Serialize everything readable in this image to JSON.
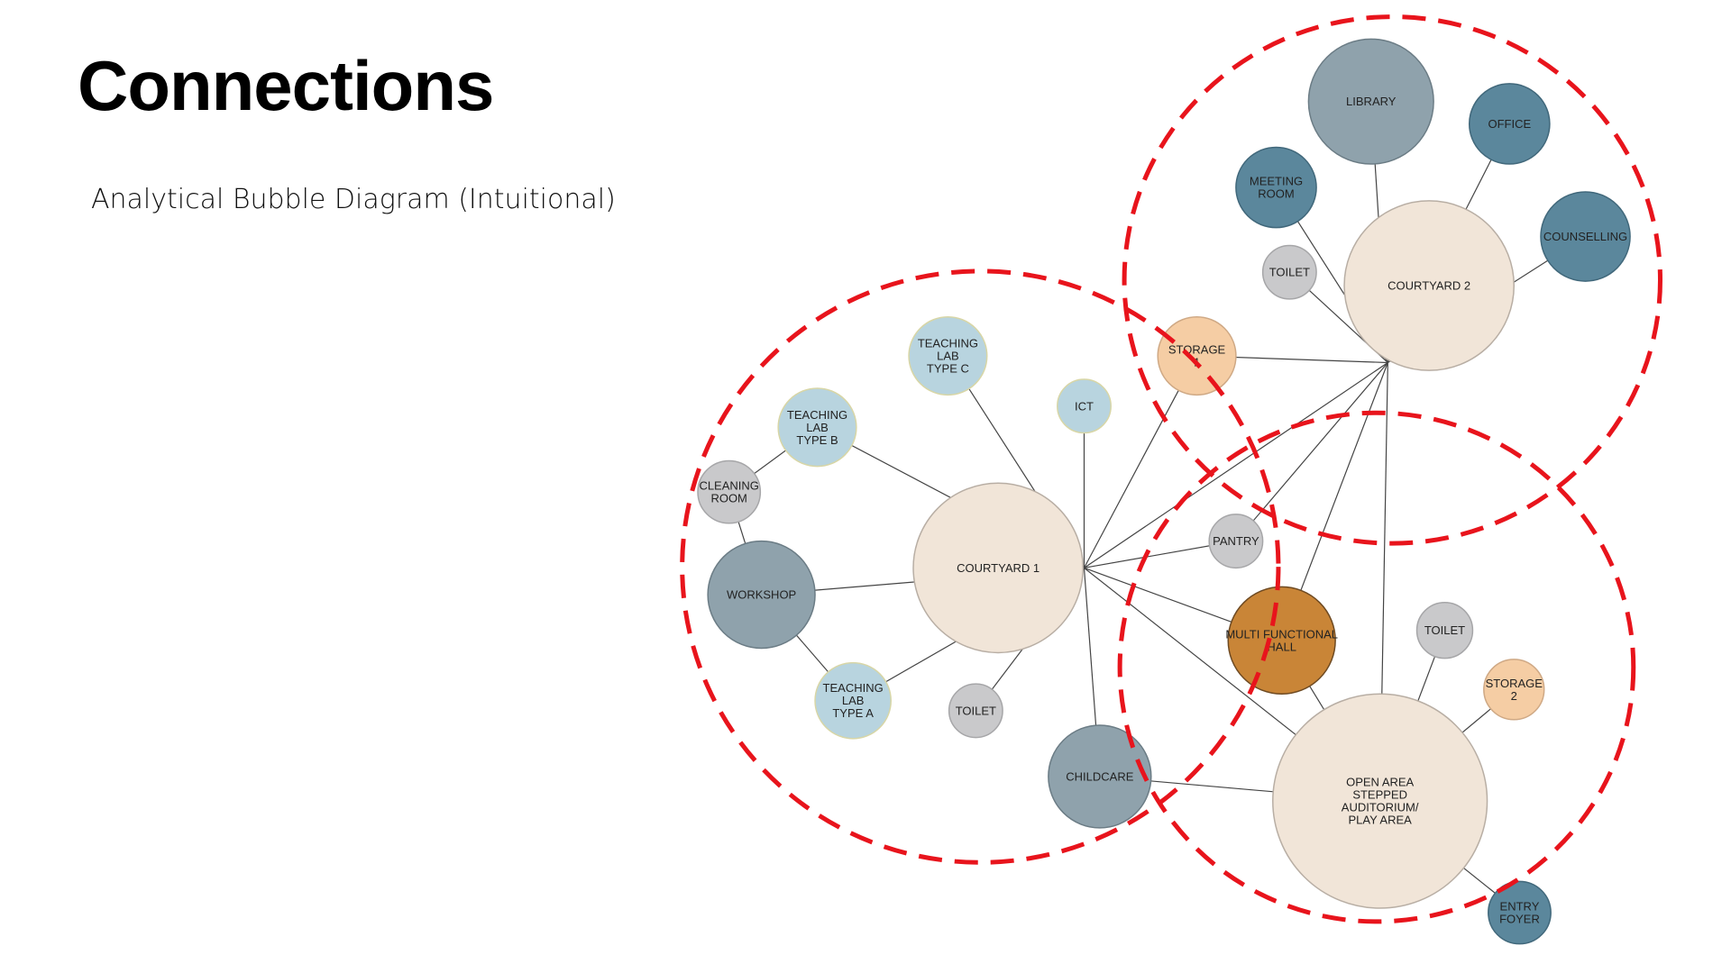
{
  "page": {
    "title": "Connections",
    "subtitle": "Analytical Bubble Diagram (Intuitional)"
  },
  "diagram": {
    "nodes": [
      {
        "id": "courtyard1",
        "lines": [
          "COURTYARD 1"
        ],
        "fill": "#f1e5d8"
      },
      {
        "id": "courtyard2",
        "lines": [
          "COURTYARD 2"
        ],
        "fill": "#f1e5d8"
      },
      {
        "id": "open-area",
        "lines": [
          "OPEN AREA",
          "STEPPED",
          "AUDITORIUM/",
          "PLAY AREA"
        ],
        "fill": "#f1e5d8"
      },
      {
        "id": "library",
        "lines": [
          "LIBRARY"
        ],
        "fill": "#8fa2ac"
      },
      {
        "id": "office",
        "lines": [
          "OFFICE"
        ],
        "fill": "#5b879c"
      },
      {
        "id": "meeting-room",
        "lines": [
          "MEETING",
          "ROOM"
        ],
        "fill": "#5b879c"
      },
      {
        "id": "counselling",
        "lines": [
          "COUNSELLING"
        ],
        "fill": "#5b879c"
      },
      {
        "id": "toilet-2",
        "lines": [
          "TOILET"
        ],
        "fill": "#c9c9cb"
      },
      {
        "id": "storage-1",
        "lines": [
          "STORAGE",
          "1"
        ],
        "fill": "#f5cda4"
      },
      {
        "id": "teaching-lab-c",
        "lines": [
          "TEACHING",
          "LAB",
          "TYPE C"
        ],
        "fill": "#b8d4df"
      },
      {
        "id": "ict",
        "lines": [
          "ICT"
        ],
        "fill": "#b8d4df"
      },
      {
        "id": "teaching-lab-b",
        "lines": [
          "TEACHING",
          "LAB",
          "TYPE B"
        ],
        "fill": "#b8d4df"
      },
      {
        "id": "cleaning-room",
        "lines": [
          "CLEANING",
          "ROOM"
        ],
        "fill": "#c9c9cb"
      },
      {
        "id": "workshop",
        "lines": [
          "WORKSHOP"
        ],
        "fill": "#8fa2ac"
      },
      {
        "id": "teaching-lab-a",
        "lines": [
          "TEACHING",
          "LAB",
          "TYPE A"
        ],
        "fill": "#b8d4df"
      },
      {
        "id": "toilet-1",
        "lines": [
          "TOILET"
        ],
        "fill": "#c9c9cb"
      },
      {
        "id": "childcare",
        "lines": [
          "CHILDCARE"
        ],
        "fill": "#8fa2ac"
      },
      {
        "id": "pantry",
        "lines": [
          "PANTRY"
        ],
        "fill": "#c9c9cb"
      },
      {
        "id": "multi-functional-hall",
        "lines": [
          "MULTI FUNCTIONAL",
          "HALL"
        ],
        "fill": "#c98537"
      },
      {
        "id": "toilet-3",
        "lines": [
          "TOILET"
        ],
        "fill": "#c9c9cb"
      },
      {
        "id": "storage-2",
        "lines": [
          "STORAGE",
          "2"
        ],
        "fill": "#f5cda4"
      },
      {
        "id": "entry-foyer",
        "lines": [
          "ENTRY",
          "FOYER"
        ],
        "fill": "#5b879c"
      }
    ],
    "edges": [
      [
        "courtyard1",
        "teaching-lab-c"
      ],
      [
        "courtyard1",
        "ict"
      ],
      [
        "courtyard1",
        "teaching-lab-b"
      ],
      [
        "courtyard1",
        "workshop"
      ],
      [
        "courtyard1",
        "teaching-lab-a"
      ],
      [
        "courtyard1",
        "toilet-1"
      ],
      [
        "courtyard1",
        "childcare"
      ],
      [
        "courtyard1",
        "storage-1"
      ],
      [
        "courtyard1",
        "pantry"
      ],
      [
        "courtyard1",
        "multi-functional-hall"
      ],
      [
        "courtyard1",
        "open-area"
      ],
      [
        "courtyard1",
        "courtyard2"
      ],
      [
        "cleaning-room",
        "teaching-lab-b"
      ],
      [
        "cleaning-room",
        "workshop"
      ],
      [
        "workshop",
        "teaching-lab-a"
      ],
      [
        "courtyard2",
        "library"
      ],
      [
        "courtyard2",
        "office"
      ],
      [
        "courtyard2",
        "meeting-room"
      ],
      [
        "courtyard2",
        "counselling"
      ],
      [
        "courtyard2",
        "toilet-2"
      ],
      [
        "courtyard2",
        "storage-1"
      ],
      [
        "courtyard2",
        "pantry"
      ],
      [
        "courtyard2",
        "multi-functional-hall"
      ],
      [
        "courtyard2",
        "open-area"
      ],
      [
        "multi-functional-hall",
        "open-area"
      ],
      [
        "childcare",
        "open-area"
      ],
      [
        "open-area",
        "toilet-3"
      ],
      [
        "open-area",
        "storage-2"
      ],
      [
        "open-area",
        "entry-foyer"
      ]
    ],
    "zone_outline_color": "#e8141c"
  }
}
